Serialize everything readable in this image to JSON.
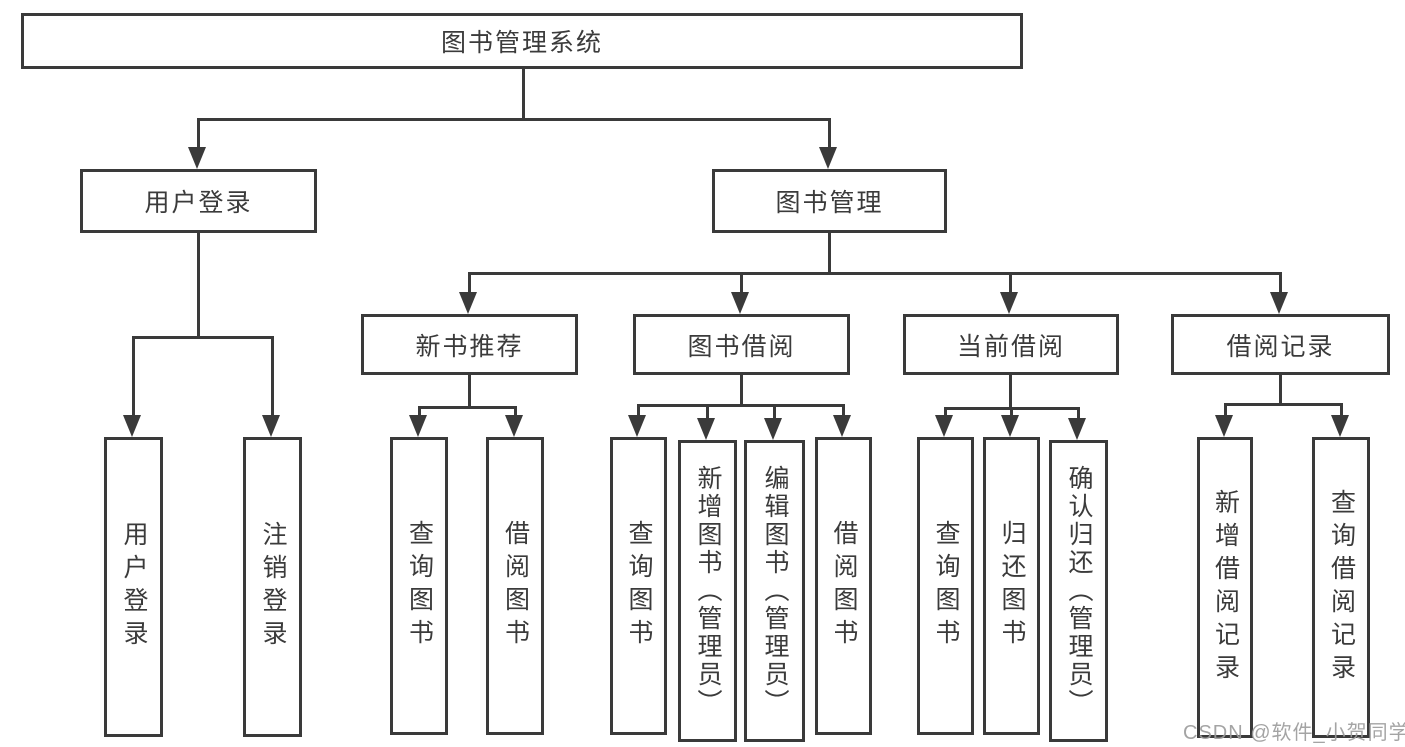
{
  "diagram": {
    "root": "图书管理系统",
    "level2": [
      "用户登录",
      "图书管理"
    ],
    "level3": [
      "新书推荐",
      "图书借阅",
      "当前借阅",
      "借阅记录"
    ],
    "groups": {
      "user_login": [
        "用户登录",
        "注销登录"
      ],
      "new_book": [
        "查询图书",
        "借阅图书"
      ],
      "book_borrow": [
        "查询图书",
        "新增图书（管理员）",
        "编辑图书（管理员）",
        "借阅图书"
      ],
      "current_borrow": [
        "查询图书",
        "归还图书",
        "确认归还（管理员）"
      ],
      "borrow_records": [
        "新增借阅记录",
        "查询借阅记录"
      ]
    },
    "watermark": "CSDN @软件_小贺同学",
    "colors": {
      "line": "#3a3a3a",
      "box_background": "#ffffff",
      "text": "#3b3b3b",
      "watermark": "#9d9d9d",
      "background": "#ffffff"
    }
  }
}
